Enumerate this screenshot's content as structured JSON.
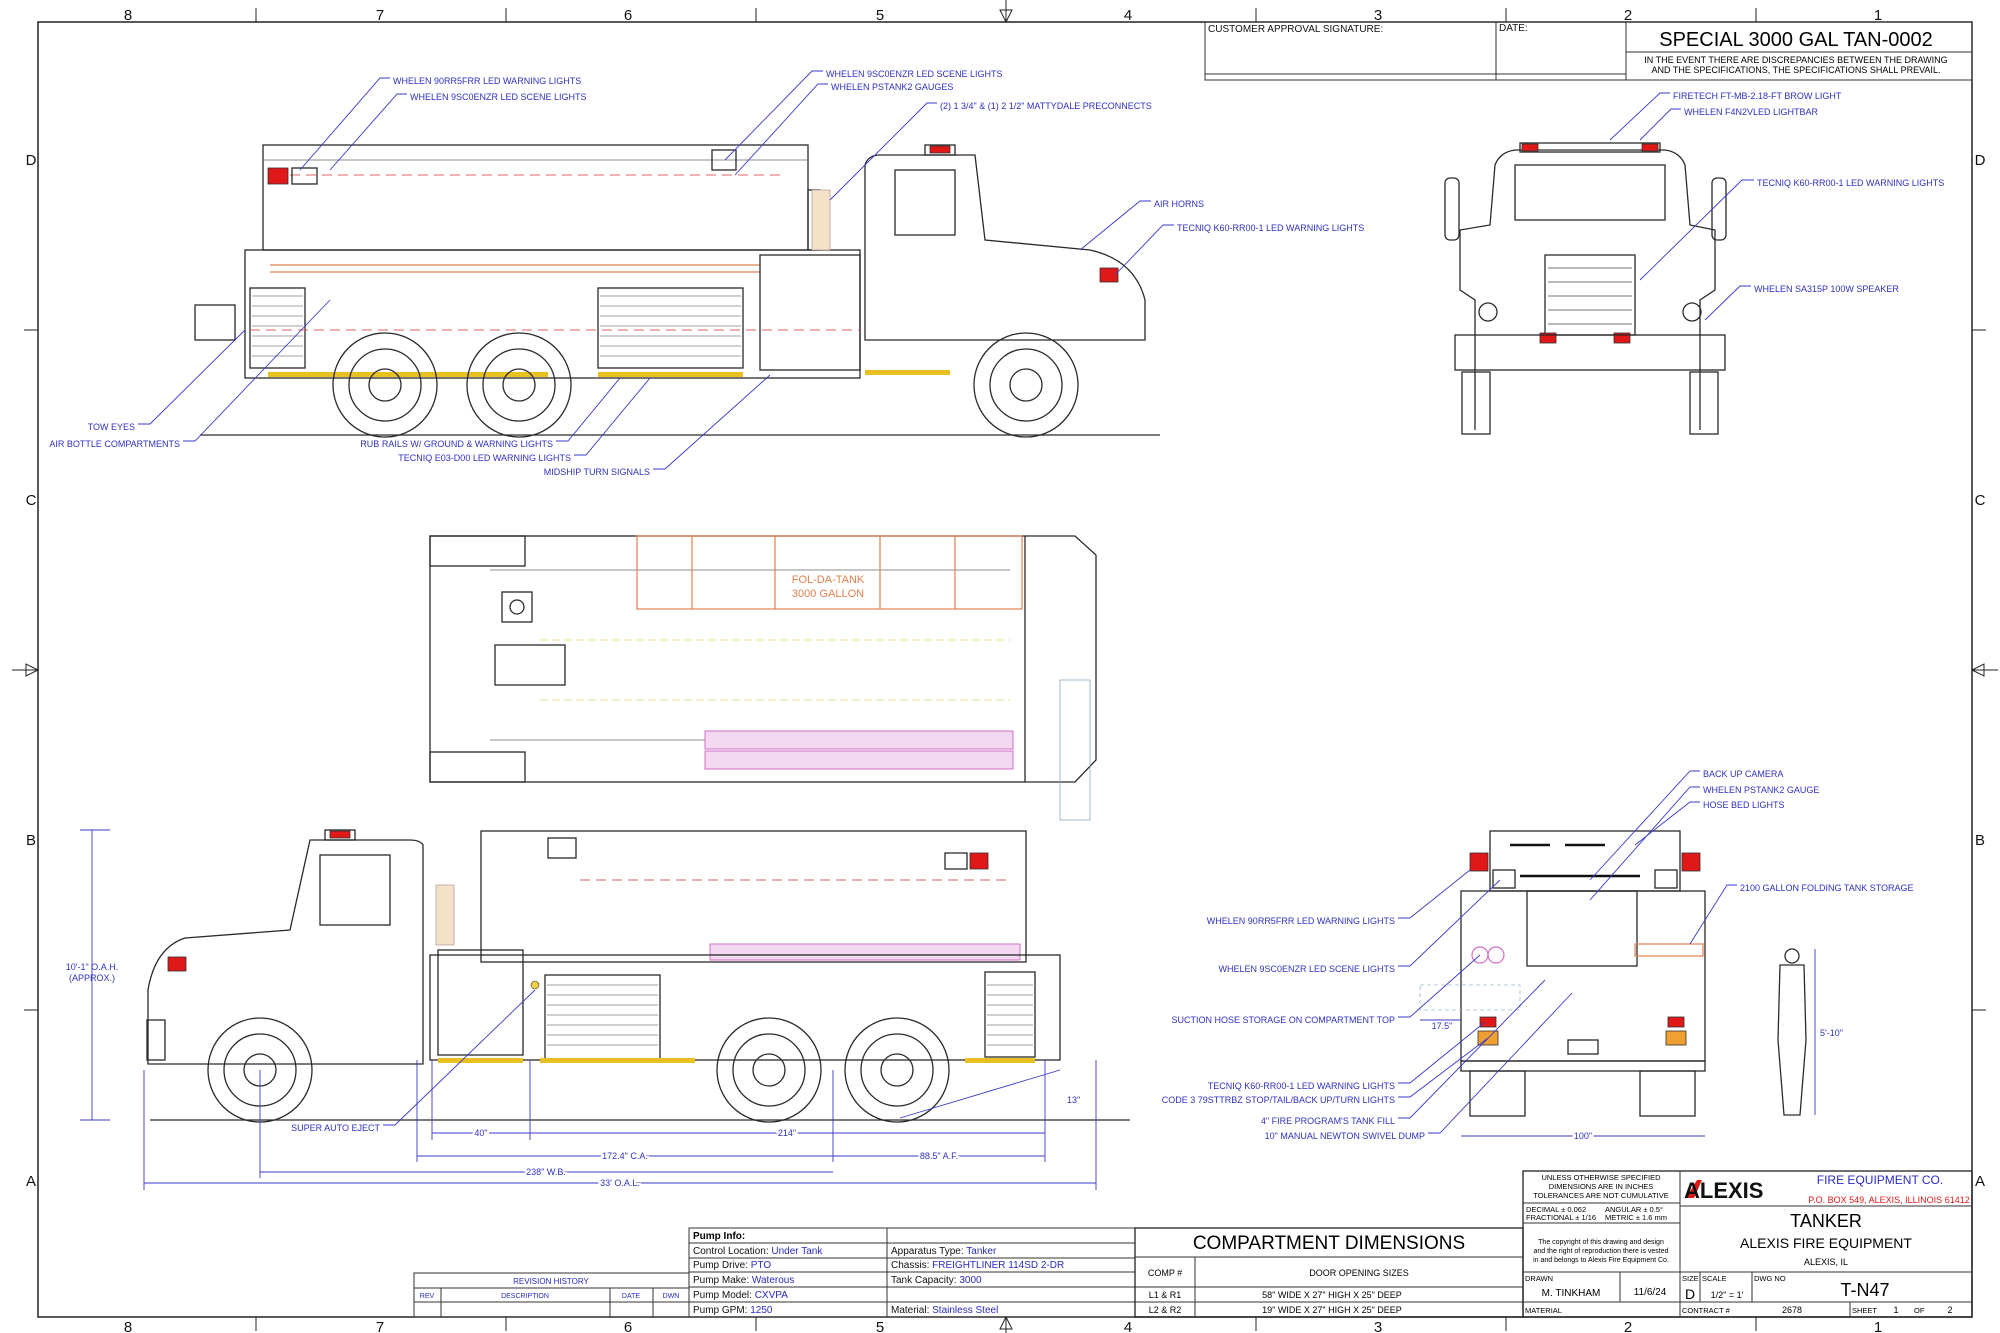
{
  "grid": {
    "columns": [
      "8",
      "7",
      "6",
      "5",
      "4",
      "3",
      "2",
      "1"
    ],
    "rows": [
      "D",
      "C",
      "B",
      "A"
    ]
  },
  "approval": {
    "signature_label": "CUSTOMER APPROVAL SIGNATURE:",
    "date_label": "DATE:",
    "title": "SPECIAL 3000 GAL TAN-0002",
    "note_line1": "IN THE EVENT THERE ARE DISCREPANCIES BETWEEN THE DRAWING",
    "note_line2": "AND THE SPECIFICATIONS, THE SPECIFICATIONS SHALL PREVAIL."
  },
  "callouts": {
    "side_top": [
      "WHELEN 90RR5FRR LED WARNING LIGHTS",
      "WHELEN 9SC0ENZR LED SCENE LIGHTS",
      "WHELEN 9SC0ENZR LED SCENE LIGHTS",
      "WHELEN PSTANK2 GAUGES",
      "(2) 1 3/4\" & (1) 2 1/2\" MATTYDALE PRECONNECTS",
      "AIR HORNS",
      "TECNIQ K60-RR00-1 LED WARNING LIGHTS",
      "TOW EYES",
      "AIR BOTTLE COMPARTMENTS",
      "RUB RAILS W/ GROUND & WARNING LIGHTS",
      "TECNIQ E03-D00 LED WARNING LIGHTS",
      "MIDSHIP TURN SIGNALS"
    ],
    "front": [
      "FIRETECH FT-MB-2.18-FT BROW LIGHT",
      "WHELEN F4N2VLED LIGHTBAR",
      "TECNIQ K60-RR00-1 LED WARNING LIGHTS",
      "WHELEN SA315P 100W SPEAKER"
    ],
    "rear": [
      "BACK UP CAMERA",
      "WHELEN PSTANK2 GAUGE",
      "HOSE BED LIGHTS",
      "2100 GALLON FOLDING TANK STORAGE",
      "WHELEN 90RR5FRR LED WARNING LIGHTS",
      "WHELEN 9SC0ENZR LED SCENE LIGHTS",
      "SUCTION HOSE STORAGE ON COMPARTMENT TOP",
      "TECNIQ K60-RR00-1 LED WARNING LIGHTS",
      "CODE 3 79STTRBZ STOP/TAIL/BACK UP/TURN LIGHTS",
      "4\" FIRE PROGRAM'S TANK FILL",
      "10\" MANUAL NEWTON SWIVEL DUMP"
    ],
    "side_bottom": [
      "SUPER AUTO EJECT"
    ]
  },
  "plan": {
    "tank_label_1": "FOL-DA-TANK",
    "tank_label_2": "3000 GALLON"
  },
  "dimensions": {
    "oah_1": "10'-1\" O.A.H.",
    "oah_2": "(APPROX.)",
    "d40": "40\"",
    "d214": "214\"",
    "ca": "172.4\" C.A.",
    "af": "88.5\" A.F.",
    "wb": "238\" W.B.",
    "oal": "33' O.A.L.",
    "d13": "13\"",
    "d17_5": "17.5\"",
    "d100": "100\"",
    "person": "5'-10\""
  },
  "revision_history": {
    "title": "REVISION HISTORY",
    "headers": [
      "REV",
      "DESCRIPTION",
      "DATE",
      "DWN"
    ],
    "rows": []
  },
  "pump_info": {
    "title": "Pump Info:",
    "left": [
      {
        "label": "Control Location:",
        "value": "Under Tank"
      },
      {
        "label": "Pump Drive:",
        "value": "PTO"
      },
      {
        "label": "Pump Make:",
        "value": "Waterous"
      },
      {
        "label": "Pump Model:",
        "value": "CXVPA"
      },
      {
        "label": "Pump GPM:",
        "value": "1250"
      }
    ],
    "right": [
      {
        "label": "Apparatus Type:",
        "value": "Tanker"
      },
      {
        "label": "Chassis:",
        "value": "FREIGHTLINER 114SD 2-DR"
      },
      {
        "label": "Tank Capacity:",
        "value": "3000"
      },
      {
        "label": "Material:",
        "value": "Stainless Steel"
      }
    ]
  },
  "compartments": {
    "title": "COMPARTMENT DIMENSIONS",
    "headers": [
      "COMP #",
      "DOOR OPENING SIZES"
    ],
    "rows": [
      {
        "comp": "L1 & R1",
        "size": "58\" WIDE X 27\" HIGH X 25\" DEEP"
      },
      {
        "comp": "L2 & R2",
        "size": "19\" WIDE X 27\" HIGH X 25\" DEEP"
      }
    ]
  },
  "title_block": {
    "tolerance_1": "UNLESS OTHERWISE SPECIFIED",
    "tolerance_2": "DIMENSIONS ARE IN INCHES",
    "tolerance_3": "TOLERANCES ARE NOT CUMULATIVE",
    "decimal": "DECIMAL ± 0.062",
    "angular": "ANGULAR ± 0.5°",
    "fractional": "FRACTIONAL ± 1/16",
    "metric": "METRIC ± 1.6 mm",
    "copyright_1": "The copyright of this drawing and design",
    "copyright_2": "and the right of reproduction there is vested",
    "copyright_3": "in and belongs to Alexis Fire Equipment Co.",
    "logo": "ALEXIS",
    "company": "FIRE EQUIPMENT CO.",
    "address": "P.O. BOX 549, ALEXIS, ILLINOIS  61412",
    "drawing_title": "TANKER",
    "customer": "ALEXIS FIRE EQUIPMENT",
    "location": "ALEXIS, IL",
    "drawn_label": "DRAWN",
    "drawn_by": "M. TINKHAM",
    "drawn_date": "11/6/24",
    "material_label": "MATERIAL",
    "size_label": "SIZE",
    "size": "D",
    "scale_label": "SCALE",
    "scale": "1/2\" = 1'",
    "dwg_no_label": "DWG NO",
    "dwg_no": "T-N47",
    "contract_label": "CONTRACT #",
    "contract": "2678",
    "sheet_label": "SHEET",
    "sheet": "1",
    "of_label": "OF",
    "sheet_total": "2"
  },
  "colors": {
    "callout": "#3030c0",
    "warning_light": "#e01818",
    "tank_outline": "#e08050",
    "hose": "#d070c8",
    "logo_red": "#e01818",
    "company_blue": "#2a2ac0"
  }
}
